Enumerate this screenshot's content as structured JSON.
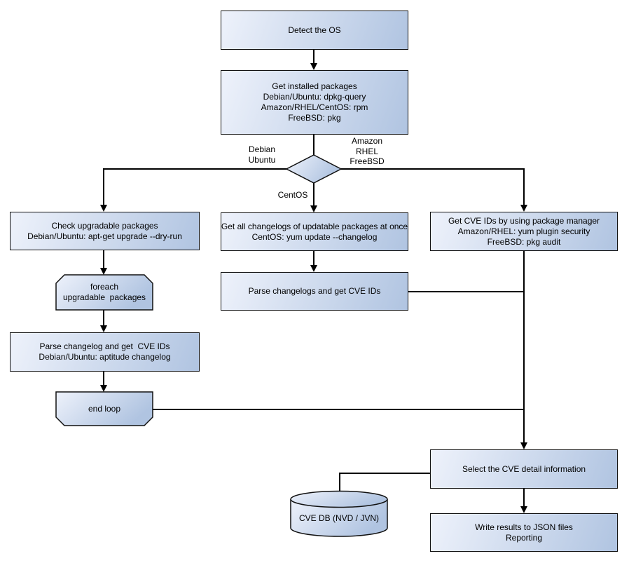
{
  "diagram": {
    "nodes": {
      "detect_os": {
        "lines": [
          "Detect the OS"
        ]
      },
      "get_installed_packages": {
        "lines": [
          "Get installed packages",
          "Debian/Ubuntu: dpkg-query",
          "Amazon/RHEL/CentOS: rpm",
          "FreeBSD: pkg"
        ]
      },
      "check_upgradable": {
        "lines": [
          "Check upgradable packages",
          "Debian/Ubuntu: apt-get upgrade --dry-run"
        ]
      },
      "foreach_loop": {
        "lines": [
          "foreach",
          "upgradable  packages"
        ]
      },
      "parse_changelog_debian": {
        "lines": [
          "Parse changelog and get  CVE IDs",
          "Debian/Ubuntu: aptitude changelog"
        ]
      },
      "end_loop": {
        "lines": [
          "end loop"
        ]
      },
      "get_all_changelogs": {
        "lines": [
          "Get all changelogs of updatable packages at once",
          "CentOS: yum update --changelog"
        ]
      },
      "parse_changelogs": {
        "lines": [
          "Parse changelogs and get CVE IDs"
        ]
      },
      "get_cve_ids_pkg_manager": {
        "lines": [
          "Get CVE IDs by using package manager",
          "Amazon/RHEL: yum plugin security",
          "FreeBSD: pkg audit"
        ]
      },
      "select_cve_detail": {
        "lines": [
          "Select the CVE detail information"
        ]
      },
      "cve_db": {
        "lines": [
          "CVE DB (NVD / JVN)"
        ]
      },
      "write_results": {
        "lines": [
          "Write results to JSON files",
          "Reporting"
        ]
      }
    },
    "edge_labels": {
      "debian_ubuntu": {
        "lines": [
          "Debian",
          "Ubuntu"
        ]
      },
      "amazon_rhel_freebsd": {
        "lines": [
          "Amazon",
          "RHEL",
          "FreeBSD"
        ]
      },
      "centos": {
        "lines": [
          "CentOS"
        ]
      }
    },
    "colors": {
      "node_fill_light": "#eef2fb",
      "node_fill_dark": "#b0c4e1",
      "node_border": "#111111",
      "connector": "#000000",
      "background": "#ffffff"
    }
  }
}
